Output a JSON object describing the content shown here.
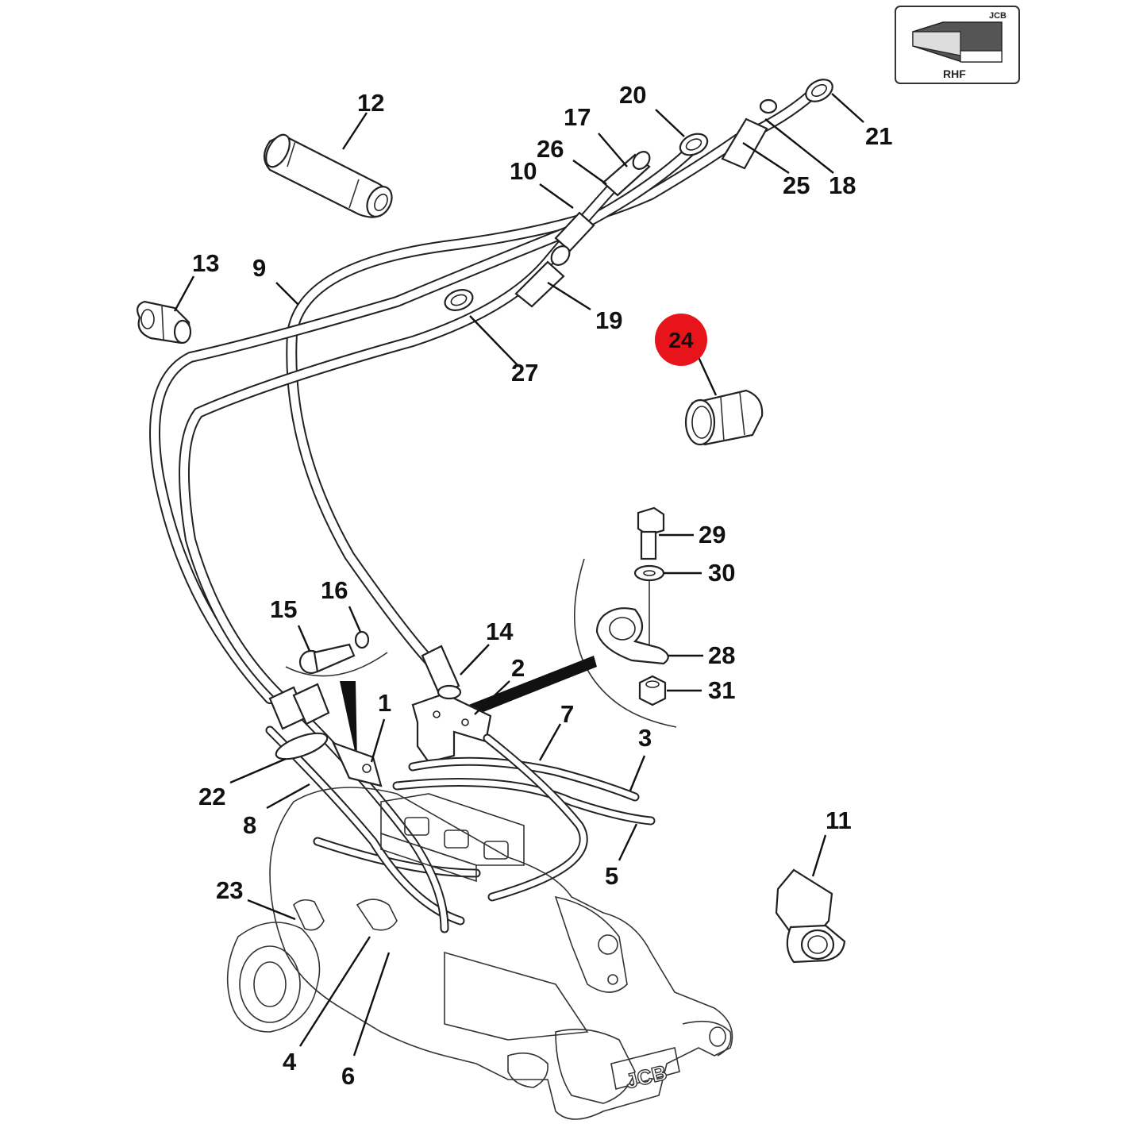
{
  "orientation_badge": {
    "label": "RHF",
    "logo": "JCB",
    "icon": "machine-arrow-icon"
  },
  "brand_mark": "JCB",
  "highlight_color": "#e8141b",
  "callouts": {
    "c1": "1",
    "c2": "2",
    "c3": "3",
    "c4": "4",
    "c5": "5",
    "c6": "6",
    "c7": "7",
    "c8": "8",
    "c9": "9",
    "c10": "10",
    "c11": "11",
    "c12": "12",
    "c13": "13",
    "c14": "14",
    "c15": "15",
    "c16": "16",
    "c17": "17",
    "c18": "18",
    "c19": "19",
    "c20": "20",
    "c21": "21",
    "c22": "22",
    "c23": "23",
    "c24": "24",
    "c25": "25",
    "c26": "26",
    "c27": "27",
    "c28": "28",
    "c29": "29",
    "c30": "30",
    "c31": "31"
  },
  "highlighted_callout": "24"
}
